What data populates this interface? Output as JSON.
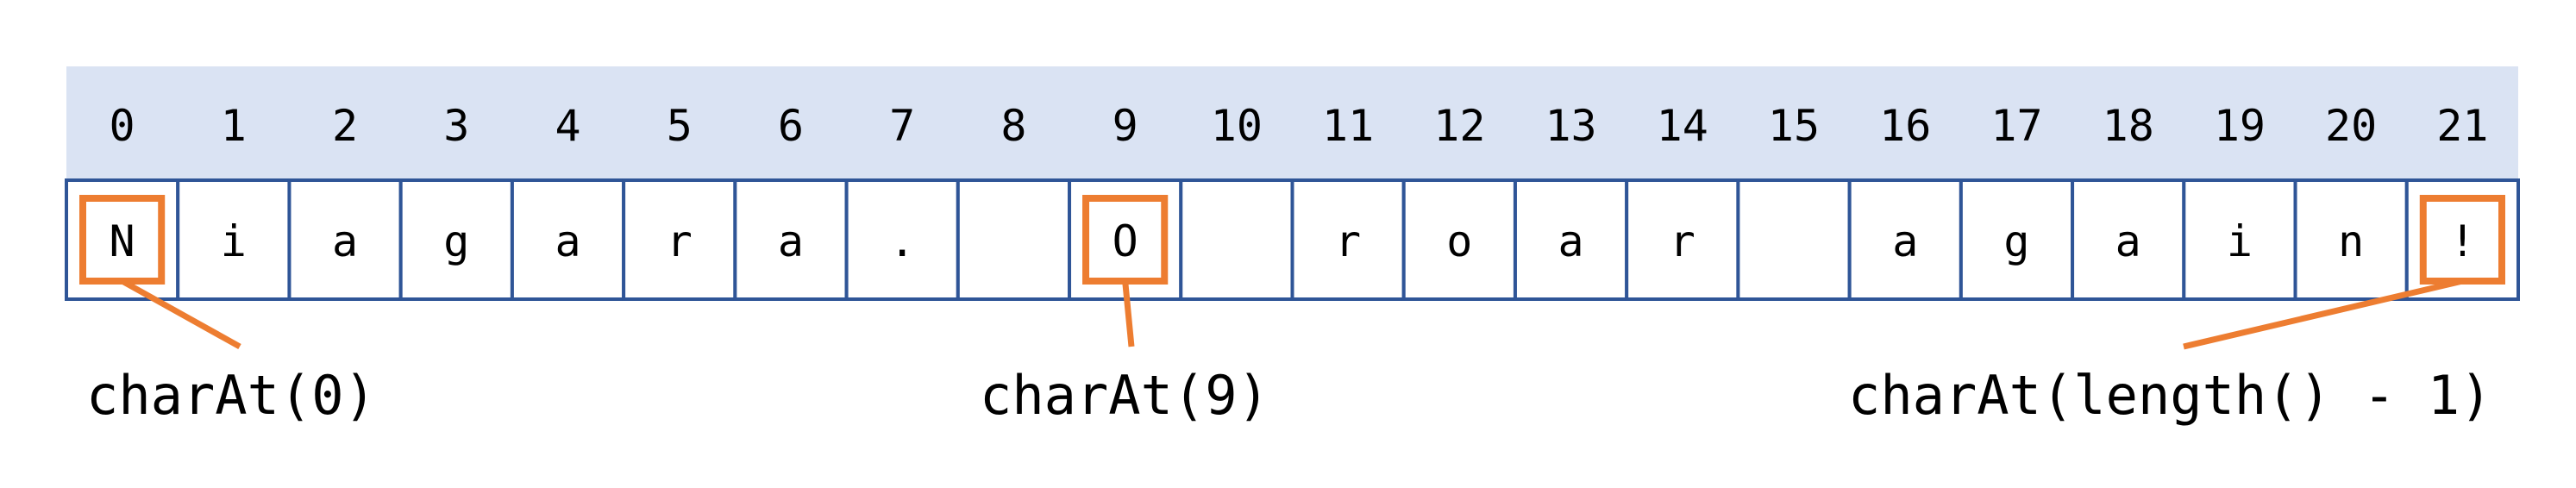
{
  "indices": [
    "0",
    "1",
    "2",
    "3",
    "4",
    "5",
    "6",
    "7",
    "8",
    "9",
    "10",
    "11",
    "12",
    "13",
    "14",
    "15",
    "16",
    "17",
    "18",
    "19",
    "20",
    "21"
  ],
  "characters": [
    "N",
    "i",
    "a",
    "g",
    "a",
    "r",
    "a",
    ".",
    " ",
    "O",
    " ",
    "r",
    "o",
    "a",
    "r",
    " ",
    "a",
    "g",
    "a",
    "i",
    "n",
    "!"
  ],
  "highlighted_indices": [
    0,
    9,
    21
  ],
  "callouts": [
    {
      "label": "charAt(0)",
      "target_index": 0
    },
    {
      "label": "charAt(9)",
      "target_index": 9
    },
    {
      "label": "charAt(length() - 1)",
      "target_index": 21
    }
  ],
  "colors": {
    "index_band": "#DAE3F3",
    "cell_border": "#2F5597",
    "highlight": "#ED7D31",
    "text": "#000000"
  }
}
